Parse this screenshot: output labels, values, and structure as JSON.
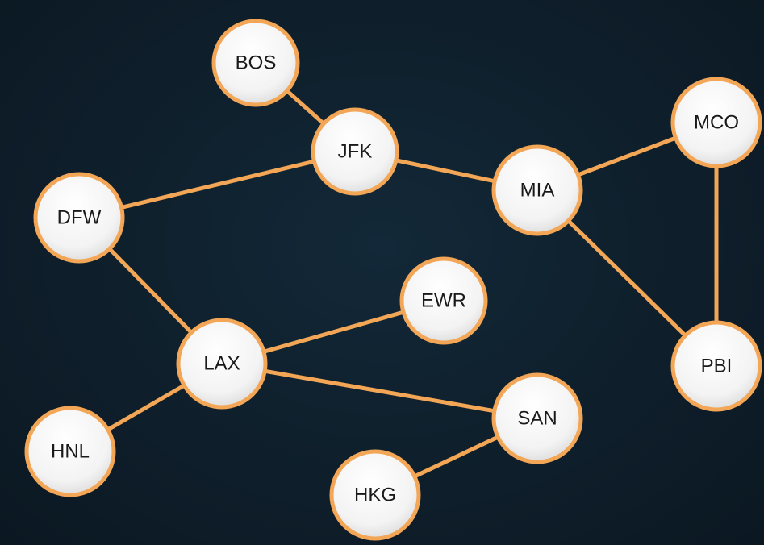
{
  "graph": {
    "nodes": [
      {
        "id": "BOS",
        "label": "BOS"
      },
      {
        "id": "JFK",
        "label": "JFK"
      },
      {
        "id": "DFW",
        "label": "DFW"
      },
      {
        "id": "MIA",
        "label": "MIA"
      },
      {
        "id": "MCO",
        "label": "MCO"
      },
      {
        "id": "EWR",
        "label": "EWR"
      },
      {
        "id": "LAX",
        "label": "LAX"
      },
      {
        "id": "PBI",
        "label": "PBI"
      },
      {
        "id": "SAN",
        "label": "SAN"
      },
      {
        "id": "HNL",
        "label": "HNL"
      },
      {
        "id": "HKG",
        "label": "HKG"
      }
    ],
    "edges": [
      [
        "BOS",
        "JFK"
      ],
      [
        "JFK",
        "DFW"
      ],
      [
        "JFK",
        "MIA"
      ],
      [
        "MIA",
        "MCO"
      ],
      [
        "MIA",
        "PBI"
      ],
      [
        "MCO",
        "PBI"
      ],
      [
        "DFW",
        "LAX"
      ],
      [
        "LAX",
        "EWR"
      ],
      [
        "LAX",
        "SAN"
      ],
      [
        "LAX",
        "HNL"
      ],
      [
        "SAN",
        "HKG"
      ]
    ]
  },
  "colors": {
    "background": "#0f1f2b",
    "edge": "#f2a656",
    "node_fill": "#f5f5f5",
    "node_text": "#1a1a1a"
  }
}
